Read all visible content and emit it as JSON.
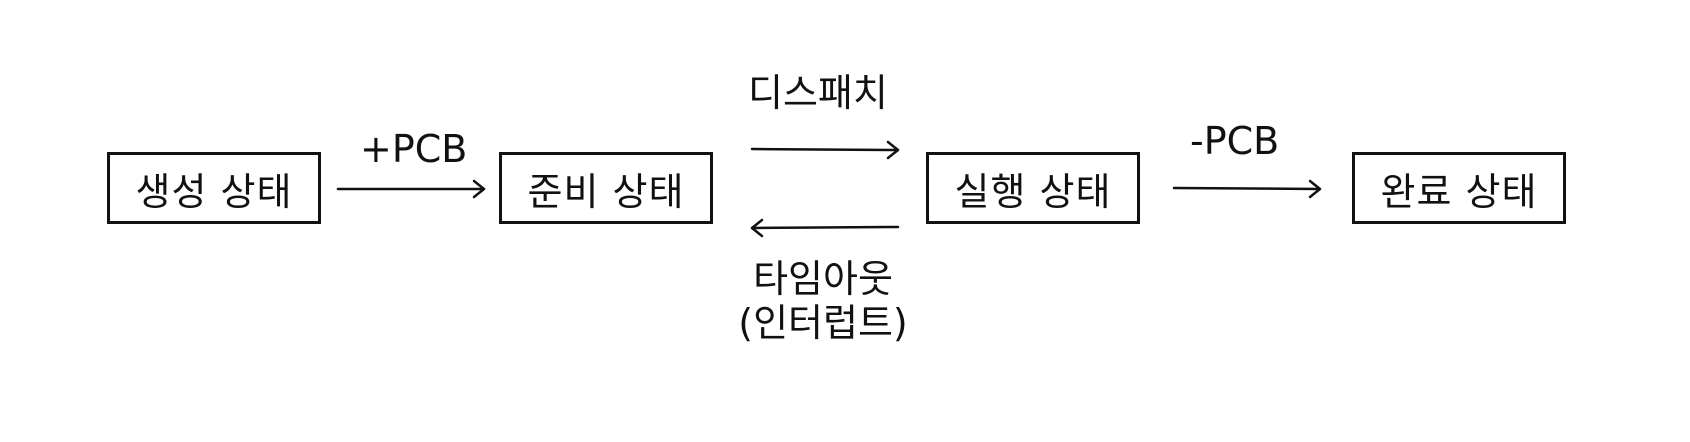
{
  "diagram": {
    "states": [
      {
        "id": "new",
        "label": "생성 상태"
      },
      {
        "id": "ready",
        "label": "준비 상태"
      },
      {
        "id": "running",
        "label": "실행 상태"
      },
      {
        "id": "terminated",
        "label": "완료 상태"
      }
    ],
    "edges": [
      {
        "from": "new",
        "to": "ready",
        "label": "+PCB"
      },
      {
        "from": "ready",
        "to": "running",
        "label": "디스패치"
      },
      {
        "from": "running",
        "to": "ready",
        "label_line1": "타임아웃",
        "label_line2": "(인터럽트)"
      },
      {
        "from": "running",
        "to": "terminated",
        "label": "-PCB"
      }
    ],
    "colors": {
      "stroke": "#111111",
      "background": "#ffffff"
    }
  }
}
